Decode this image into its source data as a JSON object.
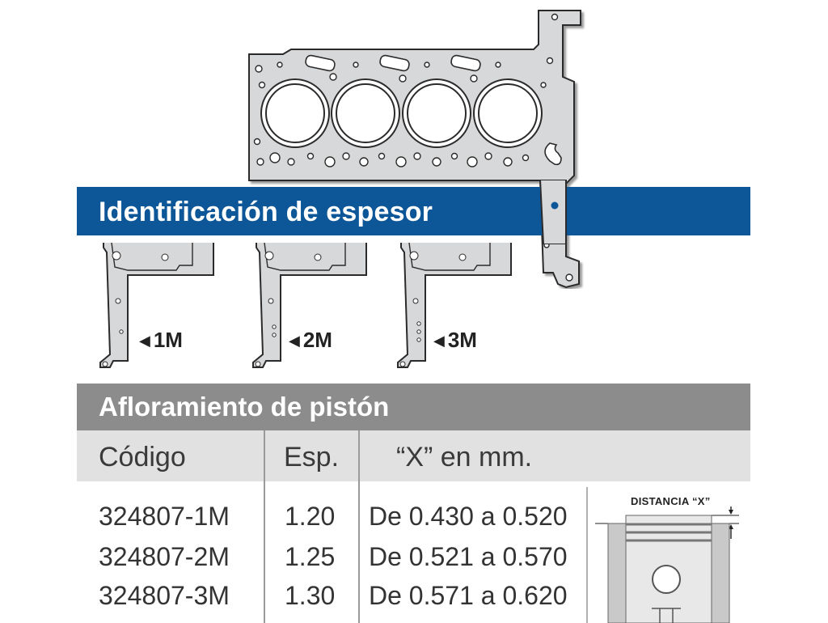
{
  "sections": {
    "thickness_title": "Identificación de espesor",
    "protrusion_title": "Afloramiento de pistón"
  },
  "marks": [
    "1M",
    "2M",
    "3M"
  ],
  "table": {
    "headers": {
      "code": "Código",
      "thickness": "Esp.",
      "range": "“X” en mm."
    },
    "rows": [
      {
        "code": "324807-1M",
        "thickness": "1.20",
        "range": "De 0.430 a 0.520"
      },
      {
        "code": "324807-2M",
        "thickness": "1.25",
        "range": "De 0.521 a 0.570"
      },
      {
        "code": "324807-3M",
        "thickness": "1.30",
        "range": "De 0.571 a 0.620"
      }
    ]
  },
  "diagram": {
    "label": "DISTANCIA “X”"
  },
  "colors": {
    "blue_band": "#0d5799",
    "gray_band": "#8c8c8c",
    "header_row": "#e1e1e1",
    "gasket_fill": "#d7d8da"
  }
}
